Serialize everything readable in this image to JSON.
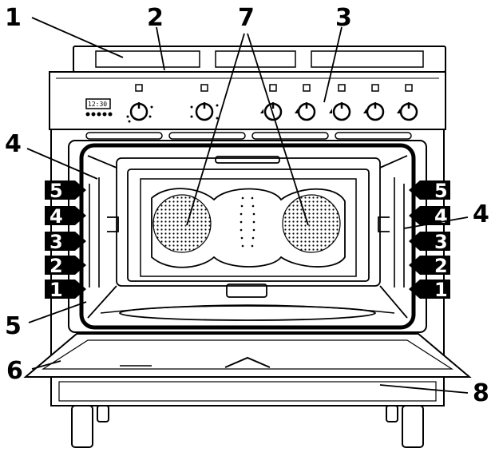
{
  "callouts": {
    "c1": "1",
    "c2": "2",
    "c3": "3",
    "c4_left": "4",
    "c4_right": "4",
    "c5": "5",
    "c6": "6",
    "c7": "7",
    "c8": "8"
  },
  "clock_display": "12:30",
  "rack_levels_left": [
    "5",
    "4",
    "3",
    "2",
    "1"
  ],
  "rack_levels_right": [
    "5",
    "4",
    "3",
    "2",
    "1"
  ],
  "colors": {
    "line": "#000000",
    "background": "#ffffff",
    "label_fill": "#000000",
    "label_text": "#ffffff"
  },
  "icons": [
    "knob-icon",
    "fan-grille-icon",
    "rack-level-tag-icon"
  ]
}
